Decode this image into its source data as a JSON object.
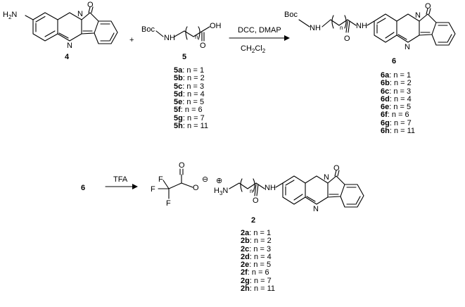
{
  "reaction1": {
    "reactant_a": {
      "id": "4",
      "label_amine": "H",
      "label_amine_sub": "2",
      "label_amine_tail": "N",
      "label_n1": "N",
      "label_n2": "N",
      "label_o": "O"
    },
    "plus": "+",
    "reactant_b": {
      "id": "5",
      "label_boc": "Boc",
      "label_nh": "N",
      "label_h": "H",
      "label_n": "n",
      "label_oh": "OH",
      "label_o": "O"
    },
    "conditions_top": "DCC, DMAP",
    "conditions_bottom_main": "CH",
    "conditions_bottom_sub1": "2",
    "conditions_bottom_mid": "Cl",
    "conditions_bottom_sub2": "2",
    "product": {
      "id": "6",
      "label_boc": "Boc",
      "label_nh": "NH",
      "label_n": "n",
      "label_hn": "NH",
      "label_o1": "O",
      "label_o2": "O",
      "label_n1": "N",
      "label_n2": "N"
    }
  },
  "variants_5": [
    {
      "id": "5a",
      "text": ": n = 1"
    },
    {
      "id": "5b",
      "text": ": n = 2"
    },
    {
      "id": "5c",
      "text": ": n = 3"
    },
    {
      "id": "5d",
      "text": ": n = 4"
    },
    {
      "id": "5e",
      "text": ": n = 5"
    },
    {
      "id": "5f",
      "text": ": n = 6"
    },
    {
      "id": "5g",
      "text": ": n = 7"
    },
    {
      "id": "5h",
      "text": ": n = 11"
    }
  ],
  "variants_6": [
    {
      "id": "6a",
      "text": ": n = 1"
    },
    {
      "id": "6b",
      "text": ": n = 2"
    },
    {
      "id": "6c",
      "text": ": n = 3"
    },
    {
      "id": "6d",
      "text": ": n = 4"
    },
    {
      "id": "6e",
      "text": ": n = 5"
    },
    {
      "id": "6f",
      "text": ": n = 6"
    },
    {
      "id": "6g",
      "text": ": n = 7"
    },
    {
      "id": "6h",
      "text": ": n = 11"
    }
  ],
  "reaction2": {
    "reactant_id": "6",
    "conditions": "TFA",
    "anion": {
      "label_f1": "F",
      "label_f2": "F",
      "label_f3": "F",
      "label_o1": "O",
      "label_o2": "O",
      "charge": "⊖"
    },
    "cation_charge": "⊕",
    "product": {
      "id": "2",
      "label_h3": "H",
      "label_h3_sub": "3",
      "label_h3_n": "N",
      "label_n": "n",
      "label_hn": "NH",
      "label_o1": "O",
      "label_o2": "O",
      "label_n1": "N",
      "label_n2": "N"
    }
  },
  "variants_2": [
    {
      "id": "2a",
      "text": ": n = 1"
    },
    {
      "id": "2b",
      "text": ": n = 2"
    },
    {
      "id": "2c",
      "text": ": n = 3"
    },
    {
      "id": "2d",
      "text": ": n = 4"
    },
    {
      "id": "2e",
      "text": ": n = 5"
    },
    {
      "id": "2f",
      "text": ":  n = 6"
    },
    {
      "id": "2g",
      "text": ": n = 7"
    },
    {
      "id": "2h",
      "text": ": n = 11"
    }
  ]
}
